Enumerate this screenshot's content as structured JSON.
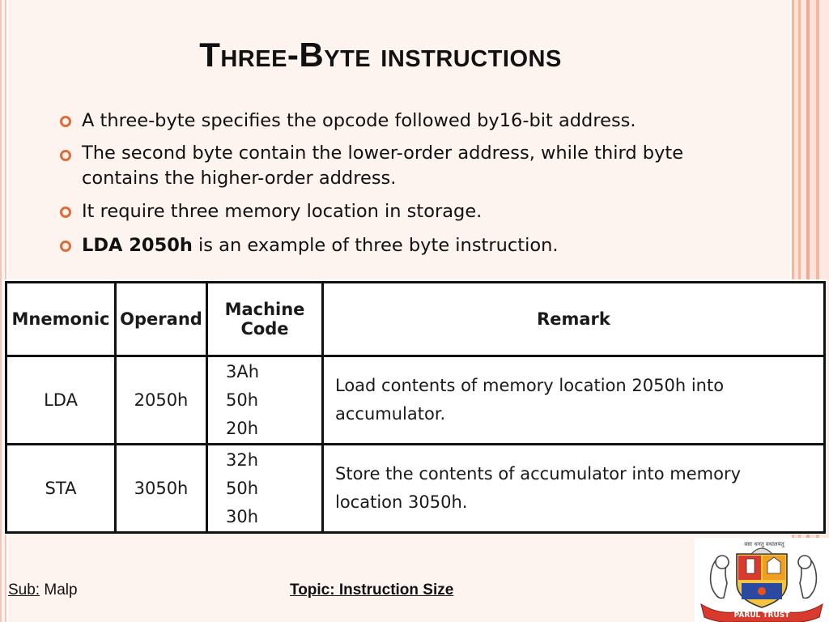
{
  "slide": {
    "title": "Three-Byte instructions",
    "bullets": [
      {
        "lead": "",
        "text": "A three-byte specifies the opcode followed by16-bit address."
      },
      {
        "lead": "",
        "text": "The second byte contain the lower-order address, while third byte contains the higher-order address."
      },
      {
        "lead": "",
        "text": "It require three memory location in storage."
      },
      {
        "lead": "LDA 2050h",
        "text": " is an example of three byte instruction."
      }
    ]
  },
  "table": {
    "headers": {
      "mnemonic": "Mnemonic",
      "operand": "Operand",
      "machine_code_1": "Machine",
      "machine_code_2": "Code",
      "remark": "Remark"
    },
    "rows": [
      {
        "mnemonic": "LDA",
        "operand": "2050h",
        "machine_code": [
          "3Ah",
          "50h",
          "20h"
        ],
        "remark_1": "Load contents of memory location 2050h into",
        "remark_2": "accumulator."
      },
      {
        "mnemonic": "STA",
        "operand": "3050h",
        "machine_code": [
          "32h",
          "50h",
          "30h"
        ],
        "remark_1": "Store the contents of accumulator into memory",
        "remark_2": "location 3050h."
      }
    ]
  },
  "footer": {
    "sub_label": "Sub:",
    "sub_value": " Malp",
    "topic": "Topic: Instruction Size"
  },
  "logo": {
    "motto": "वसः धनतु वधालयतु",
    "banner": "PARUL TRUST"
  },
  "colors": {
    "bullet": "#e06c3a",
    "band": "#f3b8a4"
  }
}
